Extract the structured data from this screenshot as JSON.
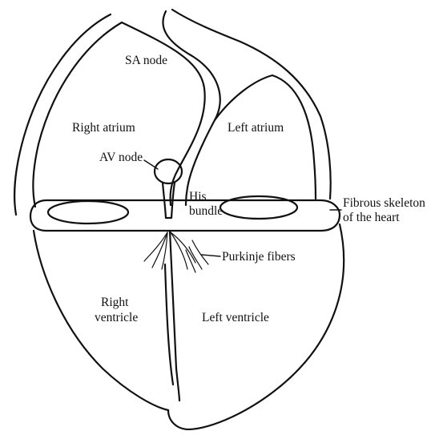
{
  "labels": {
    "sa_node": "SA node",
    "right_atrium": "Right atrium",
    "left_atrium": "Left atrium",
    "av_node": "AV node",
    "his_bundle_line1": "His",
    "his_bundle_line2": "bundle",
    "fibrous_skeleton_line1": "Fibrous skeleton",
    "fibrous_skeleton_line2": "of the heart",
    "purkinje_fibers": "Purkinje fibers",
    "right_ventricle_line1": "Right",
    "right_ventricle_line2": "ventricle",
    "left_ventricle": "Left ventricle"
  }
}
